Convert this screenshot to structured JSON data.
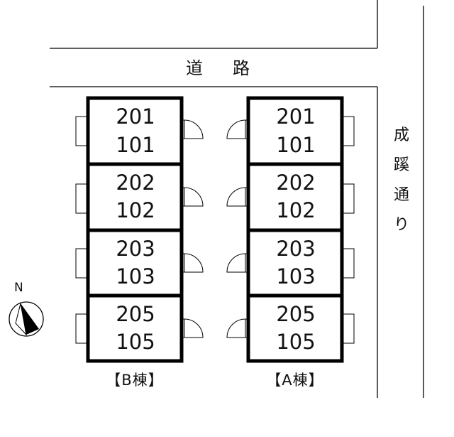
{
  "road": {
    "chars": [
      "道",
      "路"
    ]
  },
  "side_street": {
    "chars": [
      "成",
      "蹊",
      "通",
      "り"
    ]
  },
  "compass": {
    "label": "N",
    "icon": "north-arrow-icon"
  },
  "buildings": [
    {
      "key": "b",
      "label": "【B棟】",
      "units": [
        {
          "upper": "201",
          "lower": "101"
        },
        {
          "upper": "202",
          "lower": "102"
        },
        {
          "upper": "203",
          "lower": "103"
        },
        {
          "upper": "205",
          "lower": "105"
        }
      ]
    },
    {
      "key": "a",
      "label": "【A棟】",
      "units": [
        {
          "upper": "201",
          "lower": "101"
        },
        {
          "upper": "202",
          "lower": "102"
        },
        {
          "upper": "203",
          "lower": "103"
        },
        {
          "upper": "205",
          "lower": "105"
        }
      ]
    }
  ]
}
